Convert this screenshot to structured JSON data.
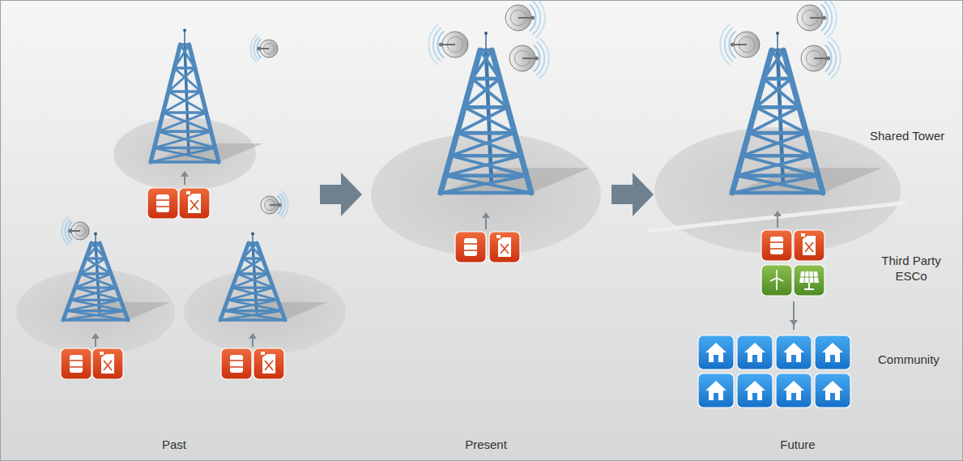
{
  "diagram": {
    "labels": [
      "Shared Tower",
      "Third Party ESCo",
      "Community",
      "Past",
      "Present",
      "Future"
    ]
  }
}
